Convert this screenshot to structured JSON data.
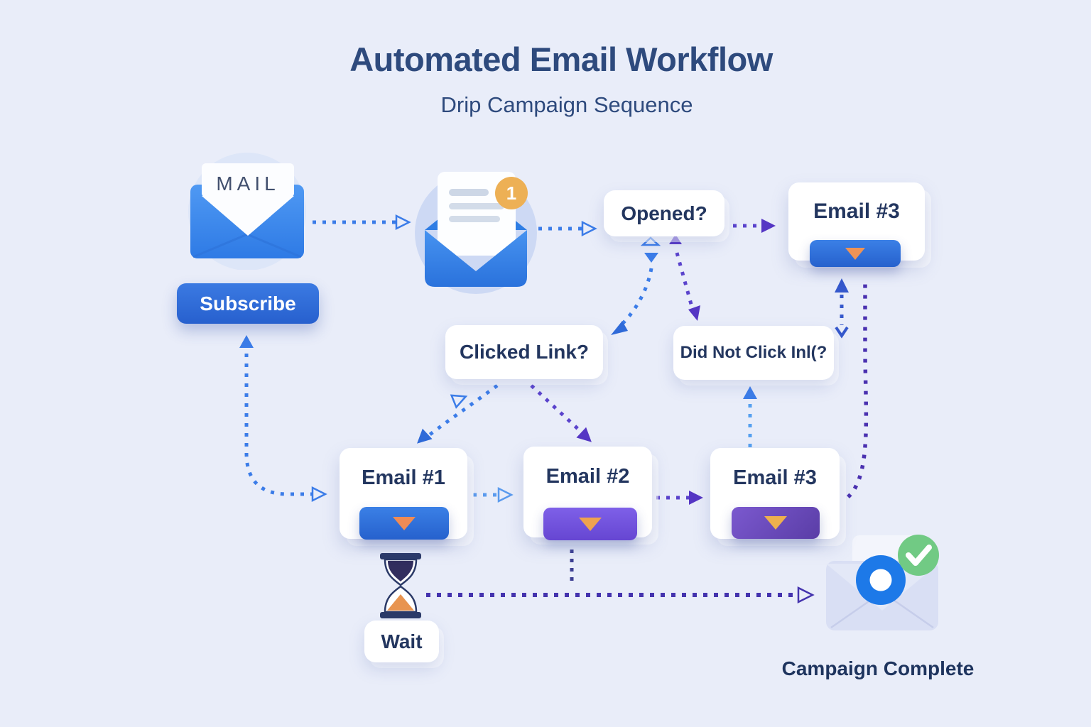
{
  "header": {
    "title": "Automated Email Workflow",
    "subtitle": "Drip Campaign Sequence"
  },
  "flow": {
    "mail_label": "MAIL",
    "subscribe_label": "Subscribe",
    "inbox_badge": "1",
    "opened_label": "Opened?",
    "email3_top_label": "Email #3",
    "clicked_link_label": "Clicked Link?",
    "did_not_click_label": "Did Not Click Inl(?",
    "email1_label": "Email #1",
    "email2_label": "Email #2",
    "email3_label": "Email #3",
    "wait_label": "Wait",
    "complete_label": "Campaign Complete"
  },
  "icons": {
    "closed_envelope": "envelope-with-mail-letter",
    "open_envelope": "open-envelope-with-document",
    "notification_badge": "1",
    "hourglass": "⏳",
    "dropdown_triangle": "▼",
    "check": "✓",
    "complete_envelope": "envelope-with-checkmark"
  },
  "colors": {
    "background": "#e9edf9",
    "heading": "#2e4a7d",
    "node_text": "#23365f",
    "primary_blue": "#2f74dc",
    "purple": "#6a4bd6",
    "deep_purple": "#4a31b0",
    "line_blue": "#3b7ce8",
    "line_light_blue": "#55a0f0",
    "line_purple": "#5a43cc",
    "orange": "#ef9355",
    "badge_orange": "#edb055",
    "green": "#72cb85"
  }
}
